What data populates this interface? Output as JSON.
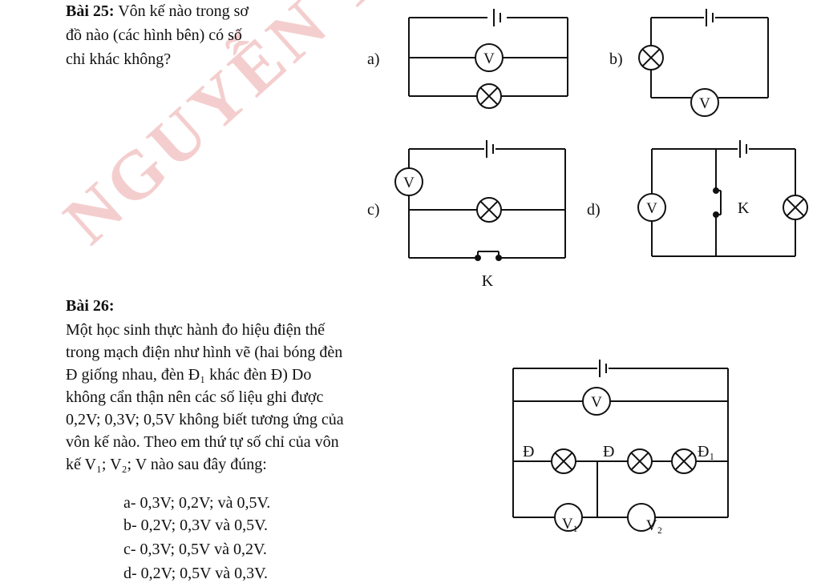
{
  "watermark": "NGUYỄN THỊ THÁI HÀ",
  "q25": {
    "title": "Bài 25:",
    "lines": [
      "Vôn kế nào trong sơ",
      "đồ nào (các hình bên) có số",
      "chỉ khác không?"
    ],
    "labels": {
      "a": "a)",
      "b": "b)",
      "c": "c)",
      "d": "d)"
    },
    "voltmeter": "V",
    "switch": "K"
  },
  "q26": {
    "title": "Bài 26:",
    "lines": [
      "Một học sinh thực hành đo hiệu điện thế",
      "trong mạch điện như hình vẽ (hai bóng đèn",
      "Đ giống nhau, đèn Đ₁ khác đèn Đ) Do",
      "không cẩn thận nên các số liệu ghi được",
      "0,2V; 0,3V; 0,5V không biết tương ứng của",
      "vôn kế nào. Theo em thứ tự số chỉ của vôn",
      "kế V₁; V₂; V nào sau đây đúng:"
    ],
    "options": [
      "a- 0,3V; 0,2V; và 0,5V.",
      "b- 0,2V; 0,3V và 0,5V.",
      "c- 0,3V; 0,5V và 0,2V.",
      "d- 0,2V; 0,5V và 0,3V."
    ],
    "diagram": {
      "lamp": "Đ",
      "lamp1": "Đ₁",
      "v": "V",
      "v1": "V₁",
      "v2": "V₂"
    }
  }
}
